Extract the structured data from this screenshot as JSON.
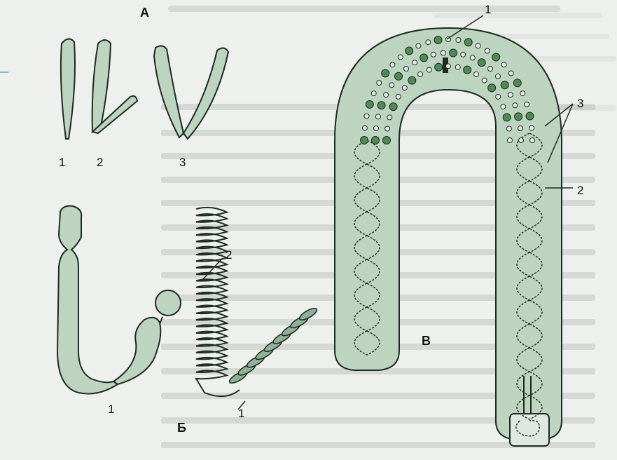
{
  "panels": {
    "a": {
      "letter": "А",
      "items": [
        "1",
        "2",
        "3"
      ]
    },
    "b": {
      "letter": "Б",
      "labels": {
        "one": "1",
        "two": "2"
      }
    },
    "c": {
      "letter": "В",
      "labels": {
        "one": "1",
        "two": "2",
        "three": "3"
      }
    }
  },
  "colors": {
    "fill": "#bcd4c0",
    "fill_dark": "#8fb296",
    "stroke": "#1f2a22",
    "background": "#eef0ed",
    "bead": "#4f8a55"
  }
}
